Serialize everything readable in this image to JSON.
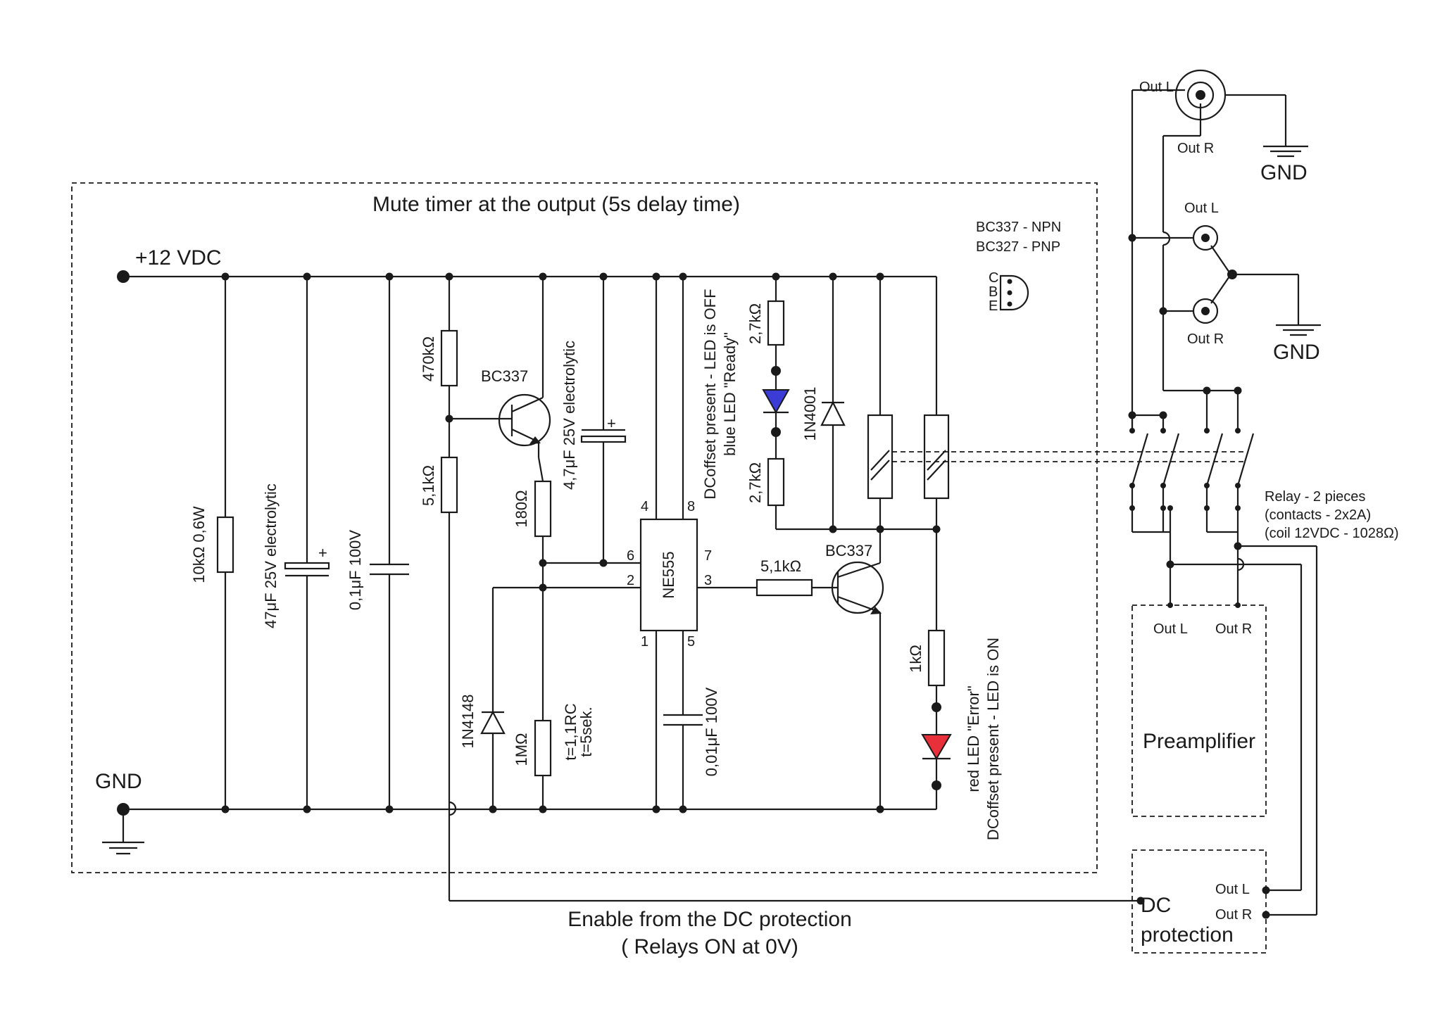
{
  "title": "Mute timer at the output (5s delay time)",
  "transistor_legend": {
    "line1": "BC337 - NPN",
    "line2": "BC327 - PNP",
    "pins": [
      "C",
      "B",
      "E"
    ]
  },
  "supply": {
    "vcc": "+12 VDC",
    "gnd": "GND"
  },
  "components": {
    "r_10k": "10kΩ 0,6W",
    "c_47u": "47μF 25V electrolytic",
    "c_100n": "0,1μF 100V",
    "r_470k": "470kΩ",
    "r_5k1_base": "5,1kΩ",
    "q1": "BC337",
    "r_180": "180Ω",
    "c_4u7": "4,7μF 25V electrolytic",
    "ic": "NE555",
    "ic_pins": {
      "p4": "4",
      "p8": "8",
      "p6": "6",
      "p2": "2",
      "p7": "7",
      "p3": "3",
      "p1": "1",
      "p5": "5"
    },
    "d_1n4148": "1N4148",
    "r_1m": "1MΩ",
    "timing_1": "t=1,1RC",
    "timing_2": "t=5sek.",
    "c_10n": "0,01μF 100V",
    "r_5k1_out": "5,1kΩ",
    "q2": "BC337",
    "r_2k7_top": "2,7kΩ",
    "r_2k7_bot": "2,7kΩ",
    "d_1n4001": "1N4001",
    "blue_led_1": "DCoffset present - LED is OFF",
    "blue_led_2": "blue LED \"Ready\"",
    "r_1k": "1kΩ",
    "red_led_1": "red LED \"Error\"",
    "red_led_2": "DCoffset present - LED is ON"
  },
  "outputs": {
    "coax_out_l": "Out L",
    "coax_out_r": "Out R",
    "gnd1": "GND",
    "rca_out_l": "Out L",
    "rca_out_r": "Out R",
    "gnd2": "GND"
  },
  "relay": {
    "line1": "Relay - 2 pieces",
    "line2": "(contacts - 2x2A)",
    "line3": "(coil 12VDC - 1028Ω)"
  },
  "preamp": {
    "label": "Preamplifier",
    "out_l": "Out L",
    "out_r": "Out R"
  },
  "dc_protection": {
    "label1": "DC",
    "label2": "protection",
    "out_l": "Out L",
    "out_r": "Out R"
  },
  "enable": {
    "line1": "Enable from the DC protection",
    "line2": "( Relays ON at 0V)"
  },
  "colors": {
    "blue_led": "#3b3bd6",
    "red_led": "#e8303a",
    "line": "#1a1a1a"
  }
}
